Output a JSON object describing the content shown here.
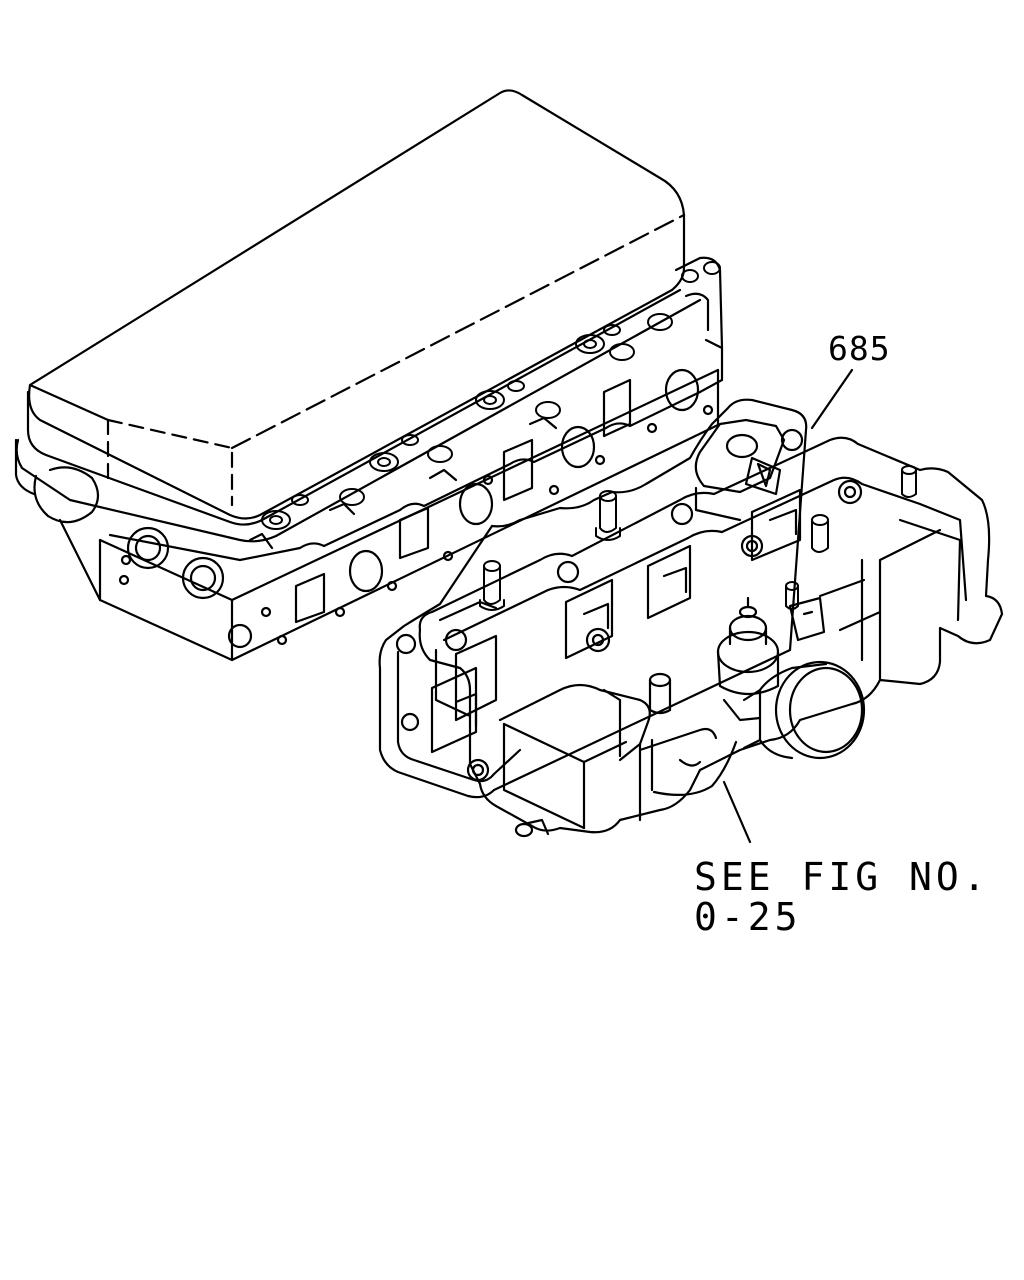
{
  "callouts": {
    "part_number": "685",
    "reference_line1": "SEE FIG NO.",
    "reference_line2": "0-25"
  },
  "colors": {
    "ink": "#000000",
    "paper": "#ffffff"
  }
}
